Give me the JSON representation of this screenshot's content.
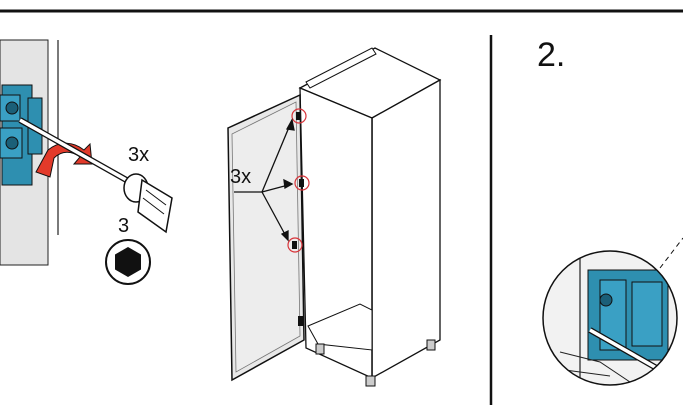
{
  "step": {
    "number": "2."
  },
  "left_panel": {
    "screw_count": "3x",
    "tool_size": "3",
    "tool_icon": "hex-key-icon",
    "arrow_icon": "rotate-counterclockwise-arrow-icon",
    "arrow_color": "#e23a2a",
    "hinge_color": "#2e8fb0"
  },
  "center_panel": {
    "screw_count": "3x",
    "highlight_color": "#d8343a"
  },
  "right_panel": {
    "detail_icon": "hinge-detail-zoom-icon"
  }
}
